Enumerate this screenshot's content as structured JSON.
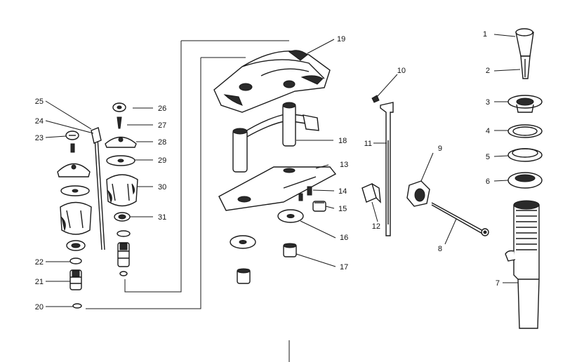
{
  "parts": [
    {
      "id": "p1",
      "label": "1"
    },
    {
      "id": "p2",
      "label": "2"
    },
    {
      "id": "p3",
      "label": "3"
    },
    {
      "id": "p4",
      "label": "4"
    },
    {
      "id": "p5",
      "label": "5"
    },
    {
      "id": "p6",
      "label": "6"
    },
    {
      "id": "p7",
      "label": "7"
    },
    {
      "id": "p8",
      "label": "8"
    },
    {
      "id": "p9",
      "label": "9"
    },
    {
      "id": "p10",
      "label": "10"
    },
    {
      "id": "p11",
      "label": "11"
    },
    {
      "id": "p12",
      "label": "12"
    },
    {
      "id": "p13",
      "label": "13"
    },
    {
      "id": "p14",
      "label": "14"
    },
    {
      "id": "p15",
      "label": "15"
    },
    {
      "id": "p16",
      "label": "16"
    },
    {
      "id": "p17",
      "label": "17"
    },
    {
      "id": "p18",
      "label": "18"
    },
    {
      "id": "p19",
      "label": "19"
    },
    {
      "id": "p20",
      "label": "20"
    },
    {
      "id": "p21",
      "label": "21"
    },
    {
      "id": "p22",
      "label": "22"
    },
    {
      "id": "p23",
      "label": "23"
    },
    {
      "id": "p24",
      "label": "24"
    },
    {
      "id": "p25",
      "label": "25"
    },
    {
      "id": "p26",
      "label": "26"
    },
    {
      "id": "p27",
      "label": "27"
    },
    {
      "id": "p28",
      "label": "28"
    },
    {
      "id": "p29",
      "label": "29"
    },
    {
      "id": "p30",
      "label": "30"
    },
    {
      "id": "p31",
      "label": "31"
    }
  ]
}
